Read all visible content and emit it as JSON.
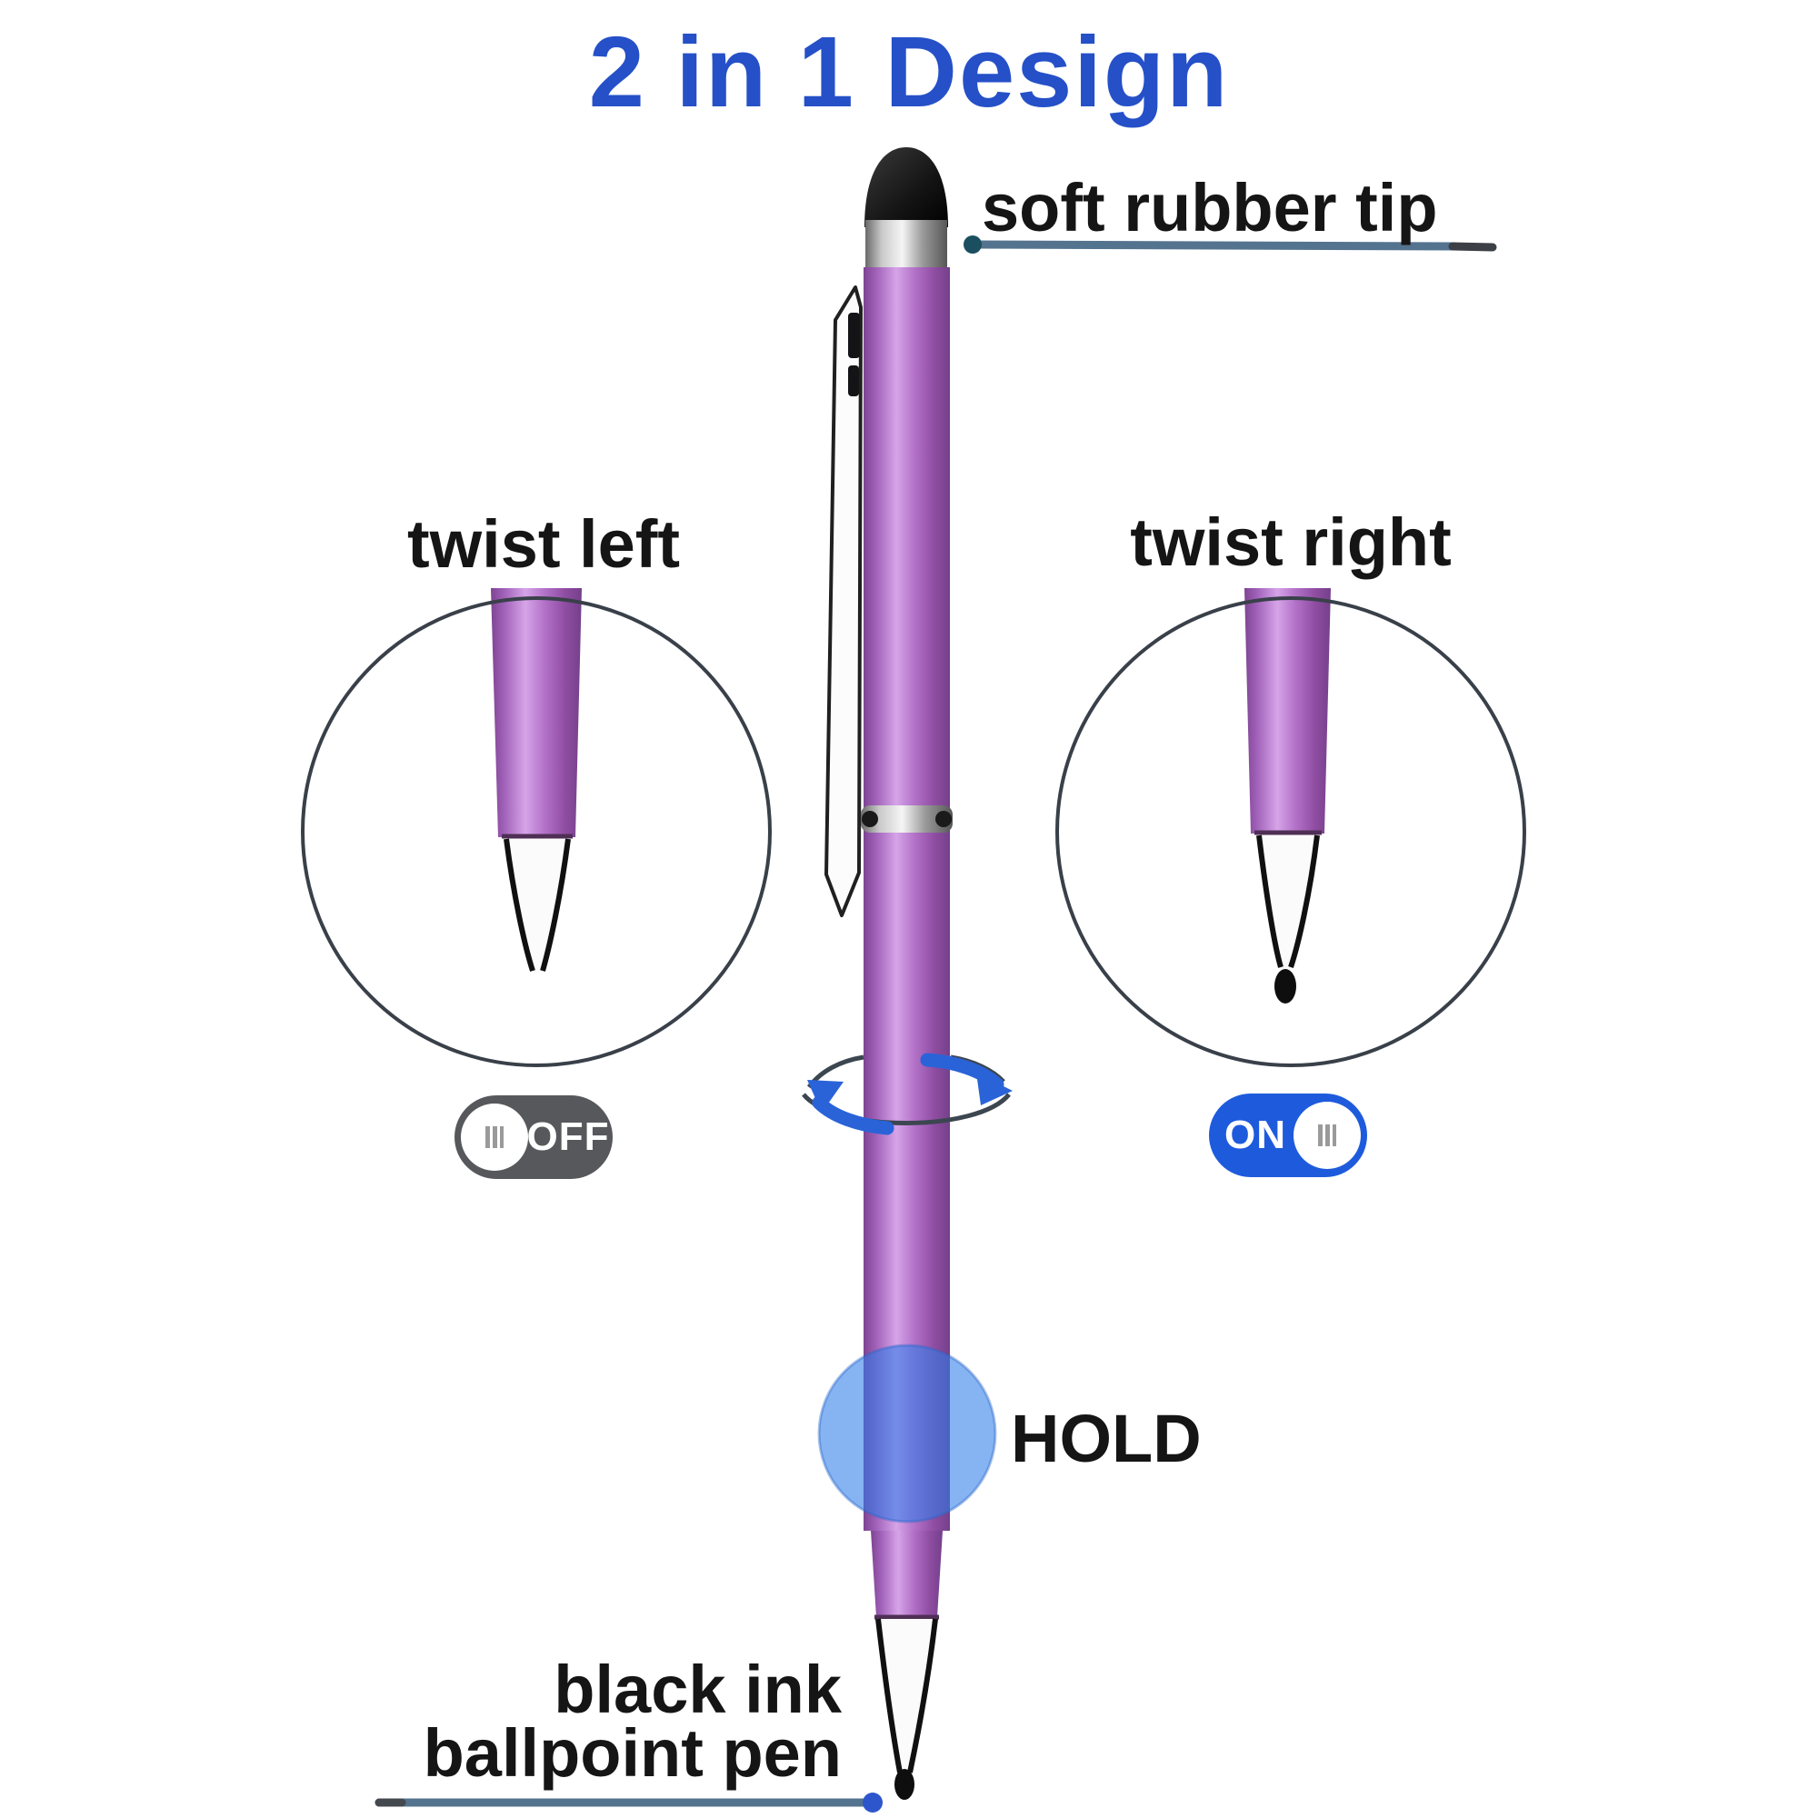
{
  "title": {
    "text": "2 in 1 Design",
    "color": "#2550c8"
  },
  "labels": {
    "soft_rubber_tip": "soft rubber tip",
    "twist_left": "twist left",
    "twist_right": "twist right",
    "hold": "HOLD",
    "ballpoint_line1": "black ink",
    "ballpoint_line2": "ballpoint pen"
  },
  "toggles": {
    "off": {
      "label": "OFF",
      "state": "off",
      "track_color": "#57585c"
    },
    "on": {
      "label": "ON",
      "state": "on",
      "track_color": "#1e5bdc"
    }
  },
  "pen": {
    "barrel_color": "#b671cc",
    "barrel_highlight": "#d6a4e8",
    "tip_color": "#171717",
    "chrome_color": "#c9c9c9",
    "callout_line_color": "#54738f",
    "rotate_arrow_color": "#2a63d8",
    "hold_circle_color": "#2f7ce8"
  }
}
